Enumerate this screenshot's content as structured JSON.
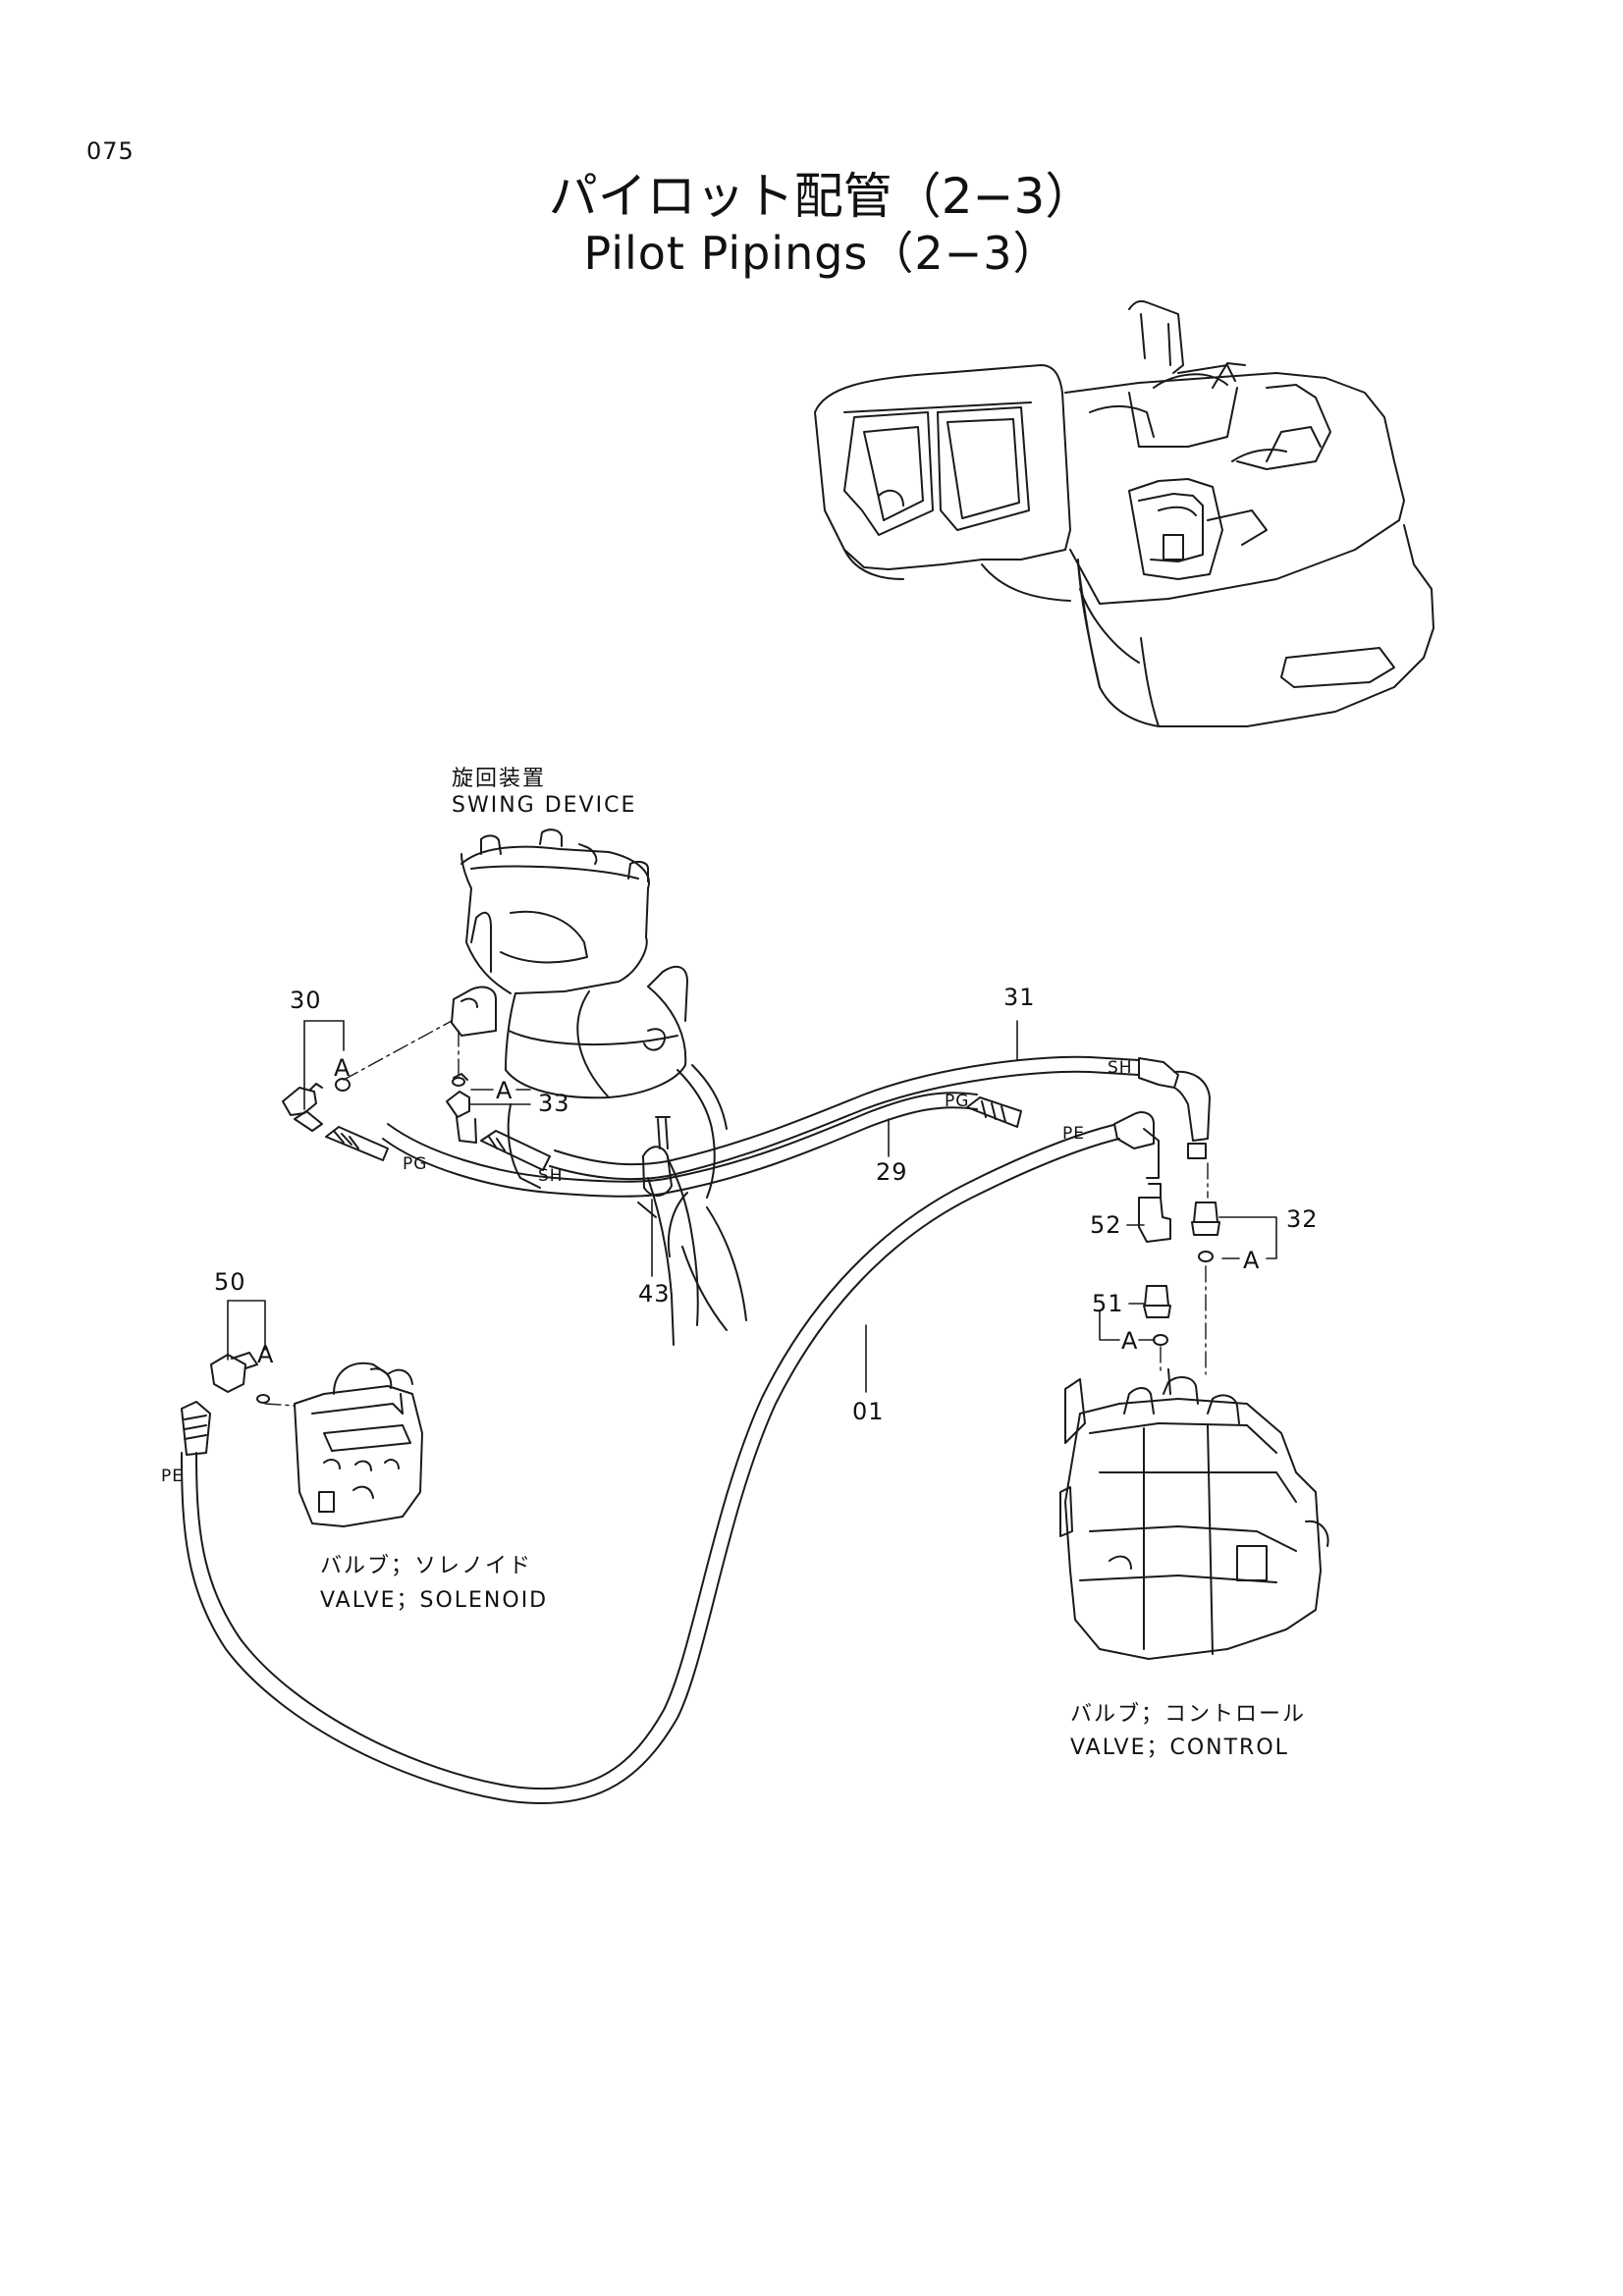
{
  "page": {
    "number": "075"
  },
  "title": {
    "ja": "パイロット配管（2−3）",
    "en": "Pilot Pipings（2−3）"
  },
  "components": {
    "swing_device": {
      "ja": "旋回装置",
      "en": "SWING DEVICE"
    },
    "solenoid_valve": {
      "ja": "バルブ；ソレノイド",
      "en": "VALVE；SOLENOID"
    },
    "control_valve": {
      "ja": "バルブ；コントロール",
      "en": "VALVE；CONTROL"
    }
  },
  "callouts": {
    "p30": "30",
    "p31": "31",
    "p33": "33",
    "p29": "29",
    "p43": "43",
    "p32": "32",
    "p52": "52",
    "p51": "51",
    "p01": "01",
    "p50": "50"
  },
  "detail_marks": {
    "a30": "A",
    "a33": "A",
    "a32": "A",
    "a51": "A",
    "a50": "A"
  },
  "port_labels": {
    "pg_left": "PG",
    "sh_left": "SH",
    "sh_right": "SH",
    "pg_right": "PG",
    "pe_right": "PE",
    "pe_left": "PE"
  }
}
